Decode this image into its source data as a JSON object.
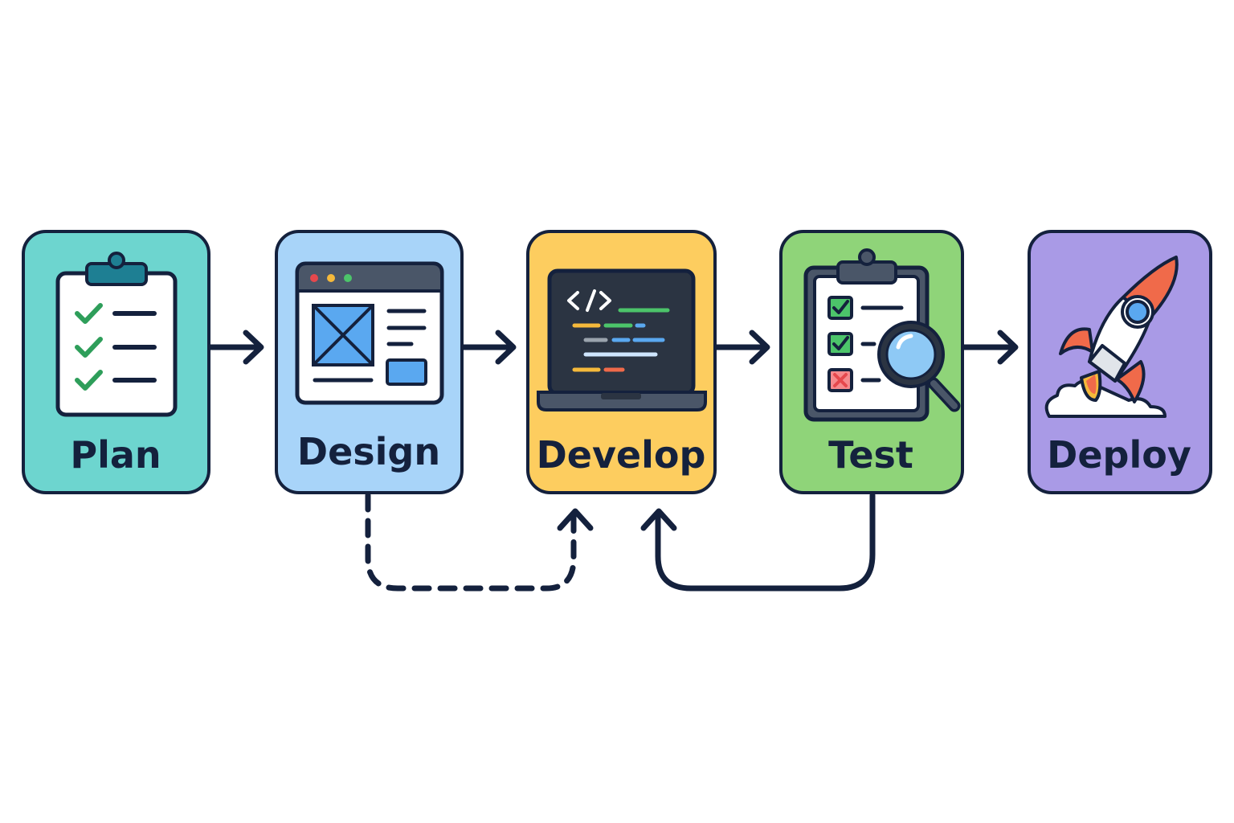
{
  "stages": [
    {
      "id": "plan",
      "label": "Plan",
      "color": "#6dd5cf",
      "icon": "clipboard-checklist-icon"
    },
    {
      "id": "design",
      "label": "Design",
      "color": "#a8d4f9",
      "icon": "wireframe-window-icon"
    },
    {
      "id": "develop",
      "label": "Develop",
      "color": "#fdcd5f",
      "icon": "laptop-code-icon"
    },
    {
      "id": "test",
      "label": "Test",
      "color": "#8fd479",
      "icon": "clipboard-magnifier-icon"
    },
    {
      "id": "deploy",
      "label": "Deploy",
      "color": "#a99ae6",
      "icon": "rocket-icon"
    }
  ],
  "flows": [
    {
      "from": "plan",
      "to": "design",
      "style": "solid"
    },
    {
      "from": "design",
      "to": "develop",
      "style": "solid"
    },
    {
      "from": "develop",
      "to": "test",
      "style": "solid"
    },
    {
      "from": "test",
      "to": "deploy",
      "style": "solid"
    },
    {
      "from": "design",
      "to": "develop",
      "style": "dashed"
    },
    {
      "from": "test",
      "to": "develop",
      "style": "solid"
    }
  ],
  "colors": {
    "outline": "#14213d",
    "check": "#2e9e5a",
    "fail": "#e5484d",
    "accent_blue": "#5aa8f0",
    "code_dark": "#2b3442"
  }
}
